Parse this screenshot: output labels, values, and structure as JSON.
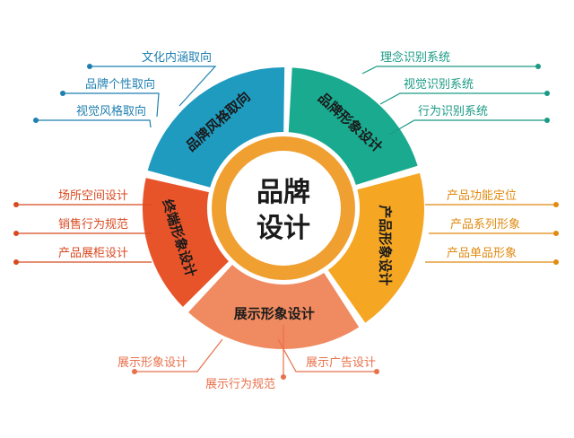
{
  "center": {
    "line1": "品牌",
    "line2": "设计",
    "ring_color": "#f0a030"
  },
  "segments": [
    {
      "id": "brand-style",
      "label": "品牌风格取向",
      "color": "#1f9bc0",
      "items": [
        "文化内涵取向",
        "品牌个性取向",
        "视觉风格取向"
      ],
      "item_color": "#1f7fb0"
    },
    {
      "id": "brand-image",
      "label": "品牌形象设计",
      "color": "#1aaa8f",
      "items": [
        "理念识别系统",
        "视觉识别系统",
        "行为识别系统"
      ],
      "item_color": "#1a9a85"
    },
    {
      "id": "product-image",
      "label": "产品形象设计",
      "color": "#f5a623",
      "items": [
        "产品功能定位",
        "产品系列形象",
        "产品单品形象"
      ],
      "item_color": "#e08a10"
    },
    {
      "id": "display-image",
      "label": "展示形象设计",
      "color": "#f08a60",
      "items": [
        "展示形象设计",
        "展示行为规范",
        "展示广告设计"
      ],
      "item_color": "#e8704a"
    },
    {
      "id": "terminal-image",
      "label": "终端形象设计",
      "color": "#e8542a",
      "items": [
        "场所空间设计",
        "销售行为规范",
        "产品展柜设计"
      ],
      "item_color": "#d84a20"
    }
  ]
}
